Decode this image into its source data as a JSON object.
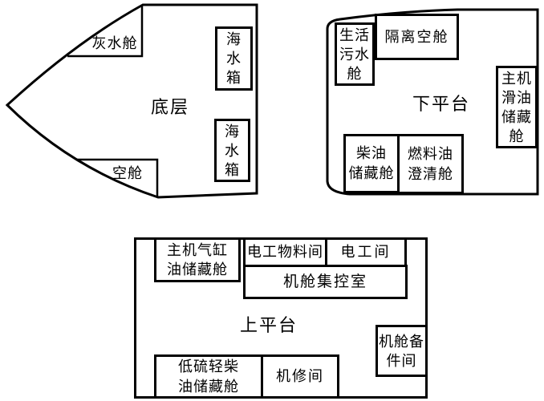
{
  "colors": {
    "line": "#000000",
    "background": "#ffffff",
    "text": "#000000"
  },
  "decks": {
    "bottom": {
      "label": "底层",
      "compartments": {
        "gray_water_tank": "灰水舱",
        "void_tank": "空舱",
        "sea_water_box_upper": "海\n水\n箱",
        "sea_water_box_lower": "海\n水\n箱"
      }
    },
    "lower_platform": {
      "label": "下平台",
      "compartments": {
        "sewage_tank": "生活\n污水\n舱",
        "isolation_void": "隔离空舱",
        "main_engine_lube_oil_store": "主机\n滑油\n储藏\n舱",
        "diesel_store": "柴油\n储藏舱",
        "fuel_oil_clarifier": "燃料油\n澄清舱"
      }
    },
    "upper_platform": {
      "label": "上平台",
      "compartments": {
        "main_engine_cylinder_oil_store": "主机气缸\n油储藏舱",
        "electrical_material_room": "电工物料间",
        "electrician_room": "电工间",
        "engine_control_room": "机舱集控室",
        "engine_spare_parts_room": "机舱备\n件间",
        "low_sulfur_diesel_store": "低硫轻柴\n油储藏舱",
        "machine_repair_room": "机修间"
      }
    }
  }
}
